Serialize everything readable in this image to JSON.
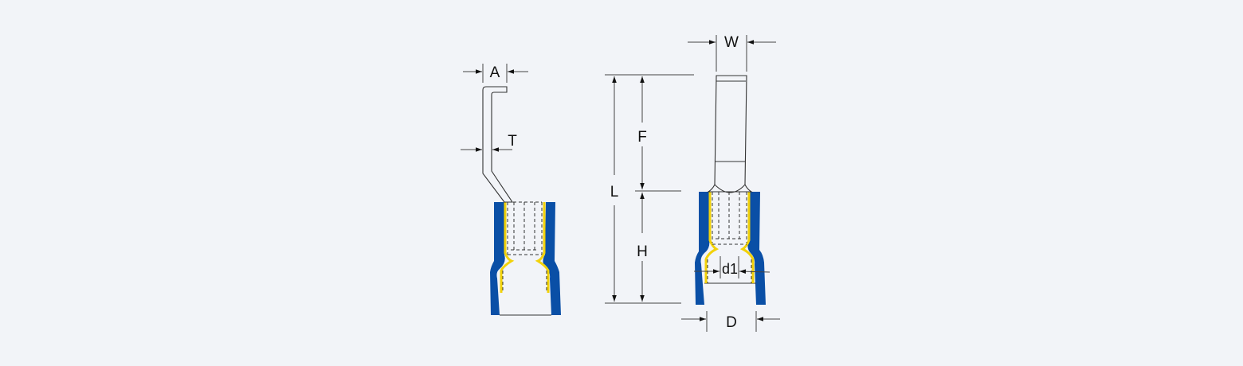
{
  "diagram": {
    "side_view": {
      "labels": {
        "A": "A",
        "T": "T"
      }
    },
    "front_view": {
      "labels": {
        "W": "W",
        "L": "L",
        "F": "F",
        "H": "H",
        "d1": "d1",
        "D": "D"
      }
    },
    "colors": {
      "background": "#f2f4f8",
      "insulation": "#0a4fa6",
      "sleeve": "#f2d20a",
      "line": "#333333"
    }
  }
}
